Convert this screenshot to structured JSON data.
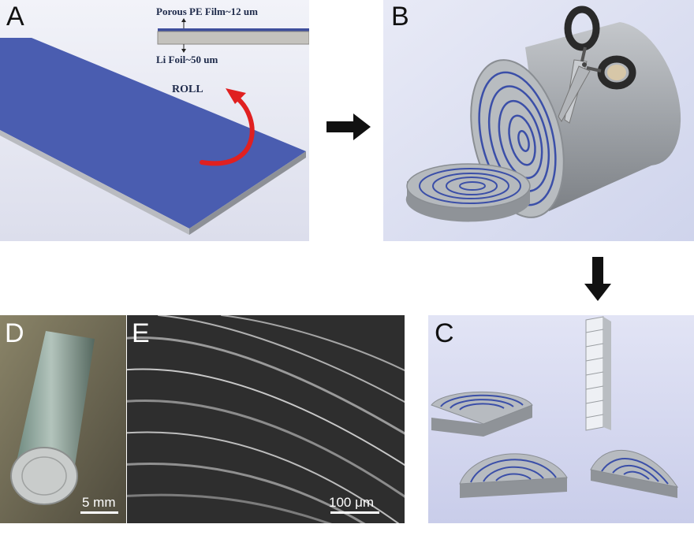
{
  "panels": {
    "a": {
      "label": "A",
      "film_label": "Porous PE Film~12 um",
      "foil_label": "Li Foil~50 um",
      "roll_label": "ROLL"
    },
    "b": {
      "label": "B"
    },
    "c": {
      "label": "C"
    },
    "d": {
      "label": "D",
      "scale_bar": "5 mm"
    },
    "e": {
      "label": "E",
      "scale_bar": "100 μm"
    }
  },
  "colors": {
    "film_blue": "#4a5db0",
    "roll_arrow_red": "#e02020",
    "spiral_blue": "#3b4fa8",
    "metal_gray": "#9a9ea2",
    "flow_arrow": "#111111"
  },
  "icons": {
    "scissors": "scissors-icon",
    "flow_arrows": [
      "arrow-right-icon",
      "arrow-down-icon"
    ]
  }
}
